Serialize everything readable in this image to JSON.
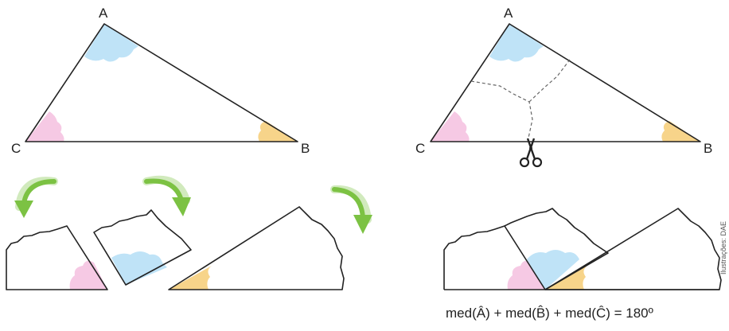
{
  "colors": {
    "angle_a": "#bfe3f7",
    "angle_b": "#f7d48a",
    "angle_c": "#f6c9e4",
    "outline": "#222222",
    "arrow_green": "#7cc243",
    "arrow_green_light": "#d7edc0",
    "cut_line": "#666666"
  },
  "icons": {
    "scissors": "scissors-icon",
    "rotate_arrow": "curved-arrow-icon"
  },
  "labels": {
    "top_left": {
      "a": "A",
      "b": "B",
      "c": "C"
    },
    "top_right": {
      "a": "A",
      "b": "B",
      "c": "C"
    }
  },
  "formula": "med(Â) + med(B̂) + med(Ĉ) = 180º",
  "credit": "Ilustrações: DAE"
}
